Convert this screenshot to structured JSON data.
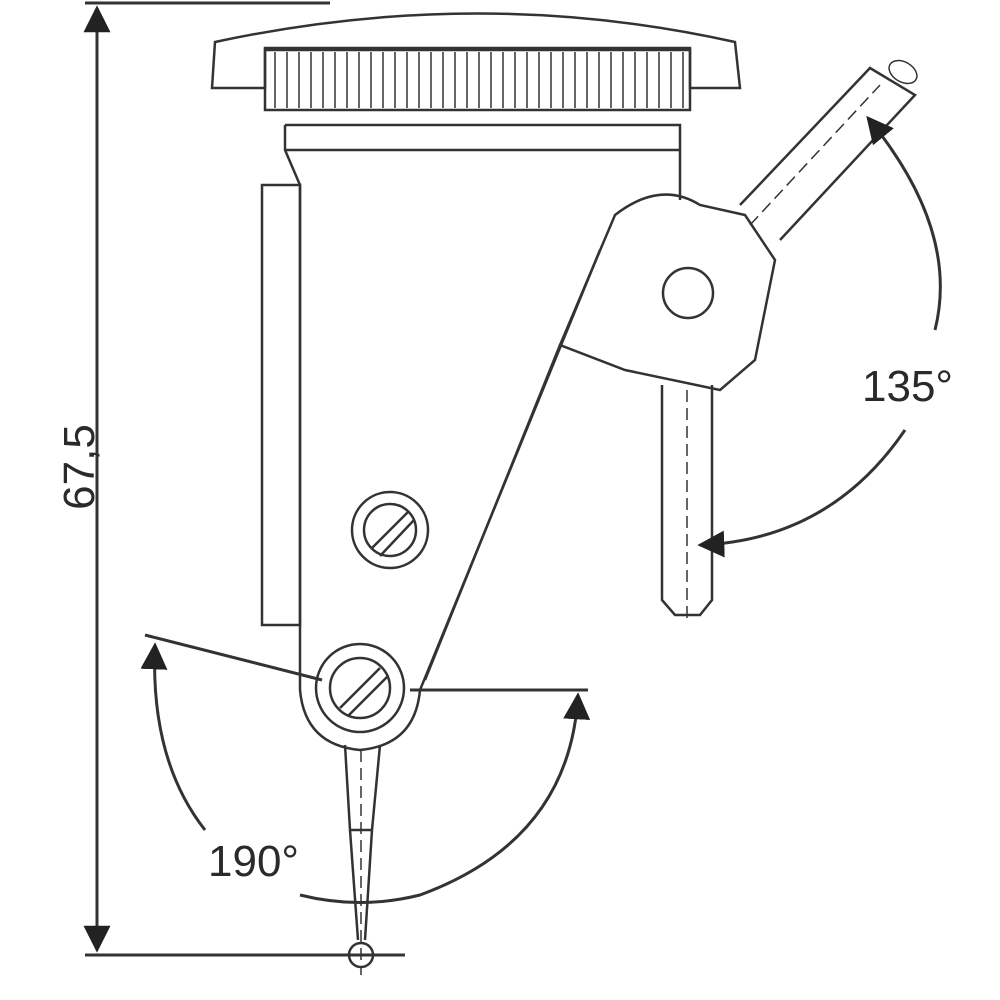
{
  "dimensions": {
    "height_label": "67,5",
    "swivel_angle_label": "135°",
    "stylus_angle_label": "190°"
  },
  "colors": {
    "line": "#333333",
    "background": "#ffffff"
  }
}
